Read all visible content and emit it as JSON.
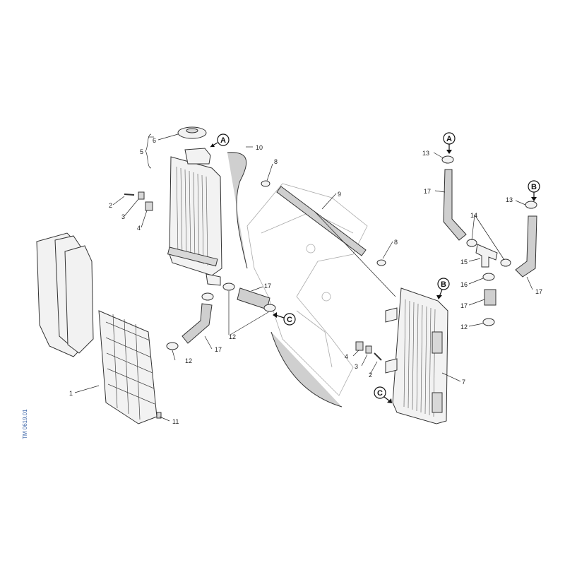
{
  "drawing_code": "TM 0619.01",
  "callouts": {
    "n1": "1",
    "n2a": "2",
    "n2b": "2",
    "n3a": "3",
    "n3b": "3",
    "n4a": "4",
    "n4b": "4",
    "n5": "5",
    "n6": "6",
    "n7": "7",
    "n8a": "8",
    "n8b": "8",
    "n9": "9",
    "n10": "10",
    "n11": "11",
    "n12a": "12",
    "n12b": "12",
    "n12c": "12",
    "n13a": "13",
    "n13b": "13",
    "n14": "14",
    "n15": "15",
    "n16": "16",
    "n17a": "17",
    "n17b": "17",
    "n17c": "17",
    "n17d": "17",
    "n17e": "17"
  },
  "connection_markers": {
    "a1": "A",
    "a2": "A",
    "b1": "B",
    "b2": "B",
    "c1": "C",
    "c2": "C"
  },
  "colors": {
    "line": "#333333",
    "doc_id": "#3b64a8"
  }
}
